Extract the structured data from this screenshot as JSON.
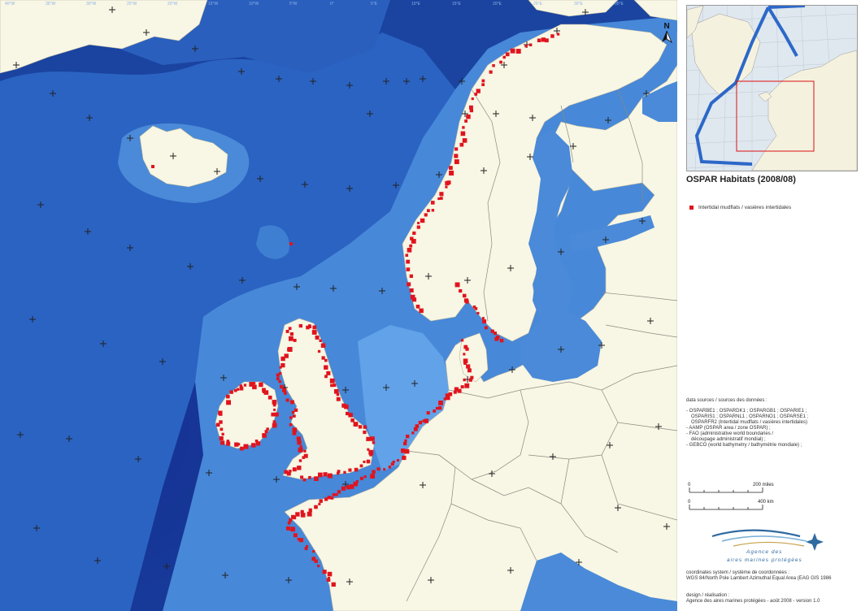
{
  "map": {
    "north_label": "N",
    "sea_colors": {
      "abyss": "#14339a",
      "deep": "#1d4aa3",
      "mid": "#2f6ac4",
      "shelf": "#4a8ad8",
      "shallow": "#6aa8ea"
    },
    "land_color": "#f8f6e4",
    "habitat_color": "#e0141e",
    "graticule_labels": [
      "40°W",
      "35°W",
      "30°W",
      "25°W",
      "20°W",
      "15°W",
      "10°W",
      "5°W",
      "0°",
      "5°E",
      "10°E",
      "15°E",
      "20°E",
      "25°E",
      "30°E",
      "35°E"
    ]
  },
  "legend": {
    "title": "OSPAR Habitats (2008/08)",
    "item_label": "Intertidal mudflats / vasières intertidales"
  },
  "sources": {
    "heading": "data sources / sources des données :",
    "lines": [
      "- OSPARBE1 ; OSPARDK1 ; OSPARGB1 ; OSPARIE1 ;",
      "OSPARIS1 ; OSPARNL1 ; OSPARNO1 ; OSPARSE1 ;",
      "OSPARFR2 (Intertidal mudflats / vasières intertidales)",
      "- AAMP (OSPAR area / zone OSPAR) ;",
      "- FAO (administrative world boundaries /",
      "découpage administratif mondial) ;",
      "- GEBCO (world bathymetry / bathymétrie mondiale) ;"
    ]
  },
  "scale": {
    "zero_top": "0",
    "miles_label": "200 miles",
    "zero_bottom": "0",
    "km_label": "400 km"
  },
  "logo": {
    "line1": "Agence des",
    "line2": "aires marines protégées"
  },
  "coordinates": {
    "heading": "coordinates system / système de coordonnées :",
    "value": "WGS 84/North Pole Lambert Azimuthal Equal Area (EAG GIS 1986"
  },
  "design": {
    "heading": "design / réalisation :",
    "value": "Agence des aires marines protégées - août 2008 - version 1.0"
  }
}
